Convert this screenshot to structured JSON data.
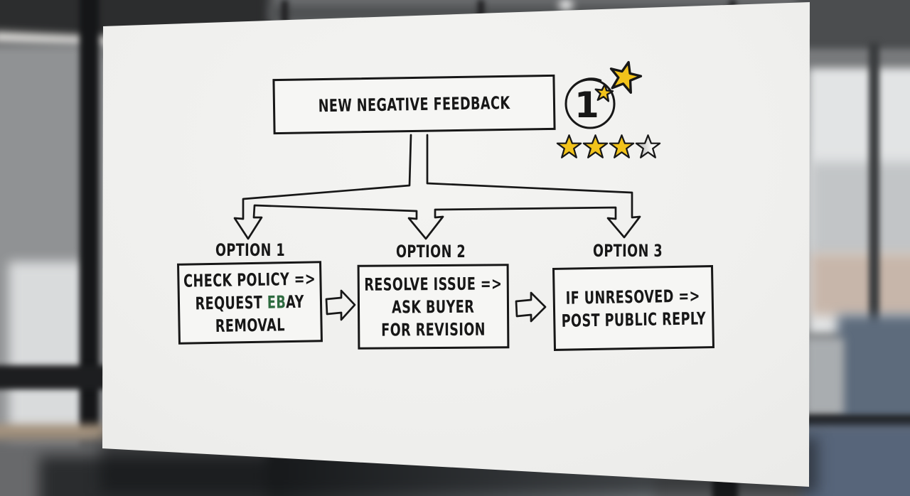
{
  "whiteboard": {
    "title": "NEW NEGATIVE FEEDBACK",
    "badge": {
      "number": "1"
    },
    "rating": {
      "filled_stars": 3,
      "empty_stars": 1
    },
    "options": [
      {
        "label": "OPTION 1",
        "line1": "CHECK POLICY =>",
        "line2_prefix": "REQUEST ",
        "line2_highlight": "EB",
        "line2_suffix": "AY",
        "line3": "REMOVAL"
      },
      {
        "label": "OPTION 2",
        "line1": "RESOLVE ISSUE =>",
        "line2": "ASK BUYER",
        "line3": "FOR REVISION"
      },
      {
        "label": "OPTION 3",
        "line1": "IF UNRESOVED =>",
        "line2": "POST PUBLIC REPLY"
      }
    ]
  },
  "colors": {
    "ink": "#171717",
    "star_gold": "#F2C31B",
    "star_empty_fill": "#F7F7F5",
    "star_empty_shade": "#CDCDCD",
    "highlight_green": "#2E6B40",
    "board_surface": "#F0F0EE"
  }
}
